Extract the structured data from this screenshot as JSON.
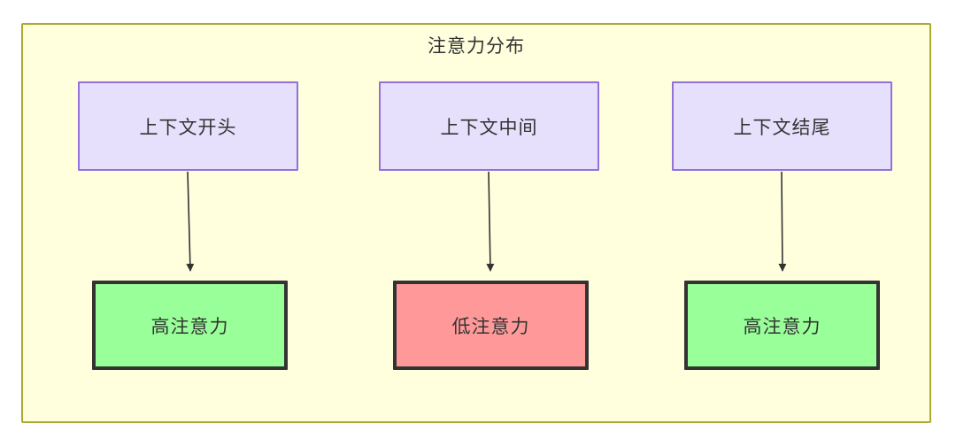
{
  "diagram": {
    "title": "注意力分布",
    "container": {
      "fill": "#ffffde",
      "stroke": "#aaaa33"
    },
    "nodes": {
      "top": [
        {
          "id": "context-start",
          "label": "上下文开头",
          "fill": "#e6e0fc",
          "stroke": "#9370db"
        },
        {
          "id": "context-middle",
          "label": "上下文中间",
          "fill": "#e6e0fc",
          "stroke": "#9370db"
        },
        {
          "id": "context-end",
          "label": "上下文结尾",
          "fill": "#e6e0fc",
          "stroke": "#9370db"
        }
      ],
      "bottom": [
        {
          "id": "high-attention-left",
          "label": "高注意力",
          "fill": "#99ff99",
          "stroke": "#333333"
        },
        {
          "id": "low-attention-middle",
          "label": "低注意力",
          "fill": "#ff9999",
          "stroke": "#333333"
        },
        {
          "id": "high-attention-right",
          "label": "高注意力",
          "fill": "#99ff99",
          "stroke": "#333333"
        }
      ]
    },
    "edges": [
      {
        "from": "context-start",
        "to": "high-attention-left",
        "label": ""
      },
      {
        "from": "context-middle",
        "to": "low-attention-middle",
        "label": ""
      },
      {
        "from": "context-end",
        "to": "high-attention-right",
        "label": ""
      }
    ]
  }
}
